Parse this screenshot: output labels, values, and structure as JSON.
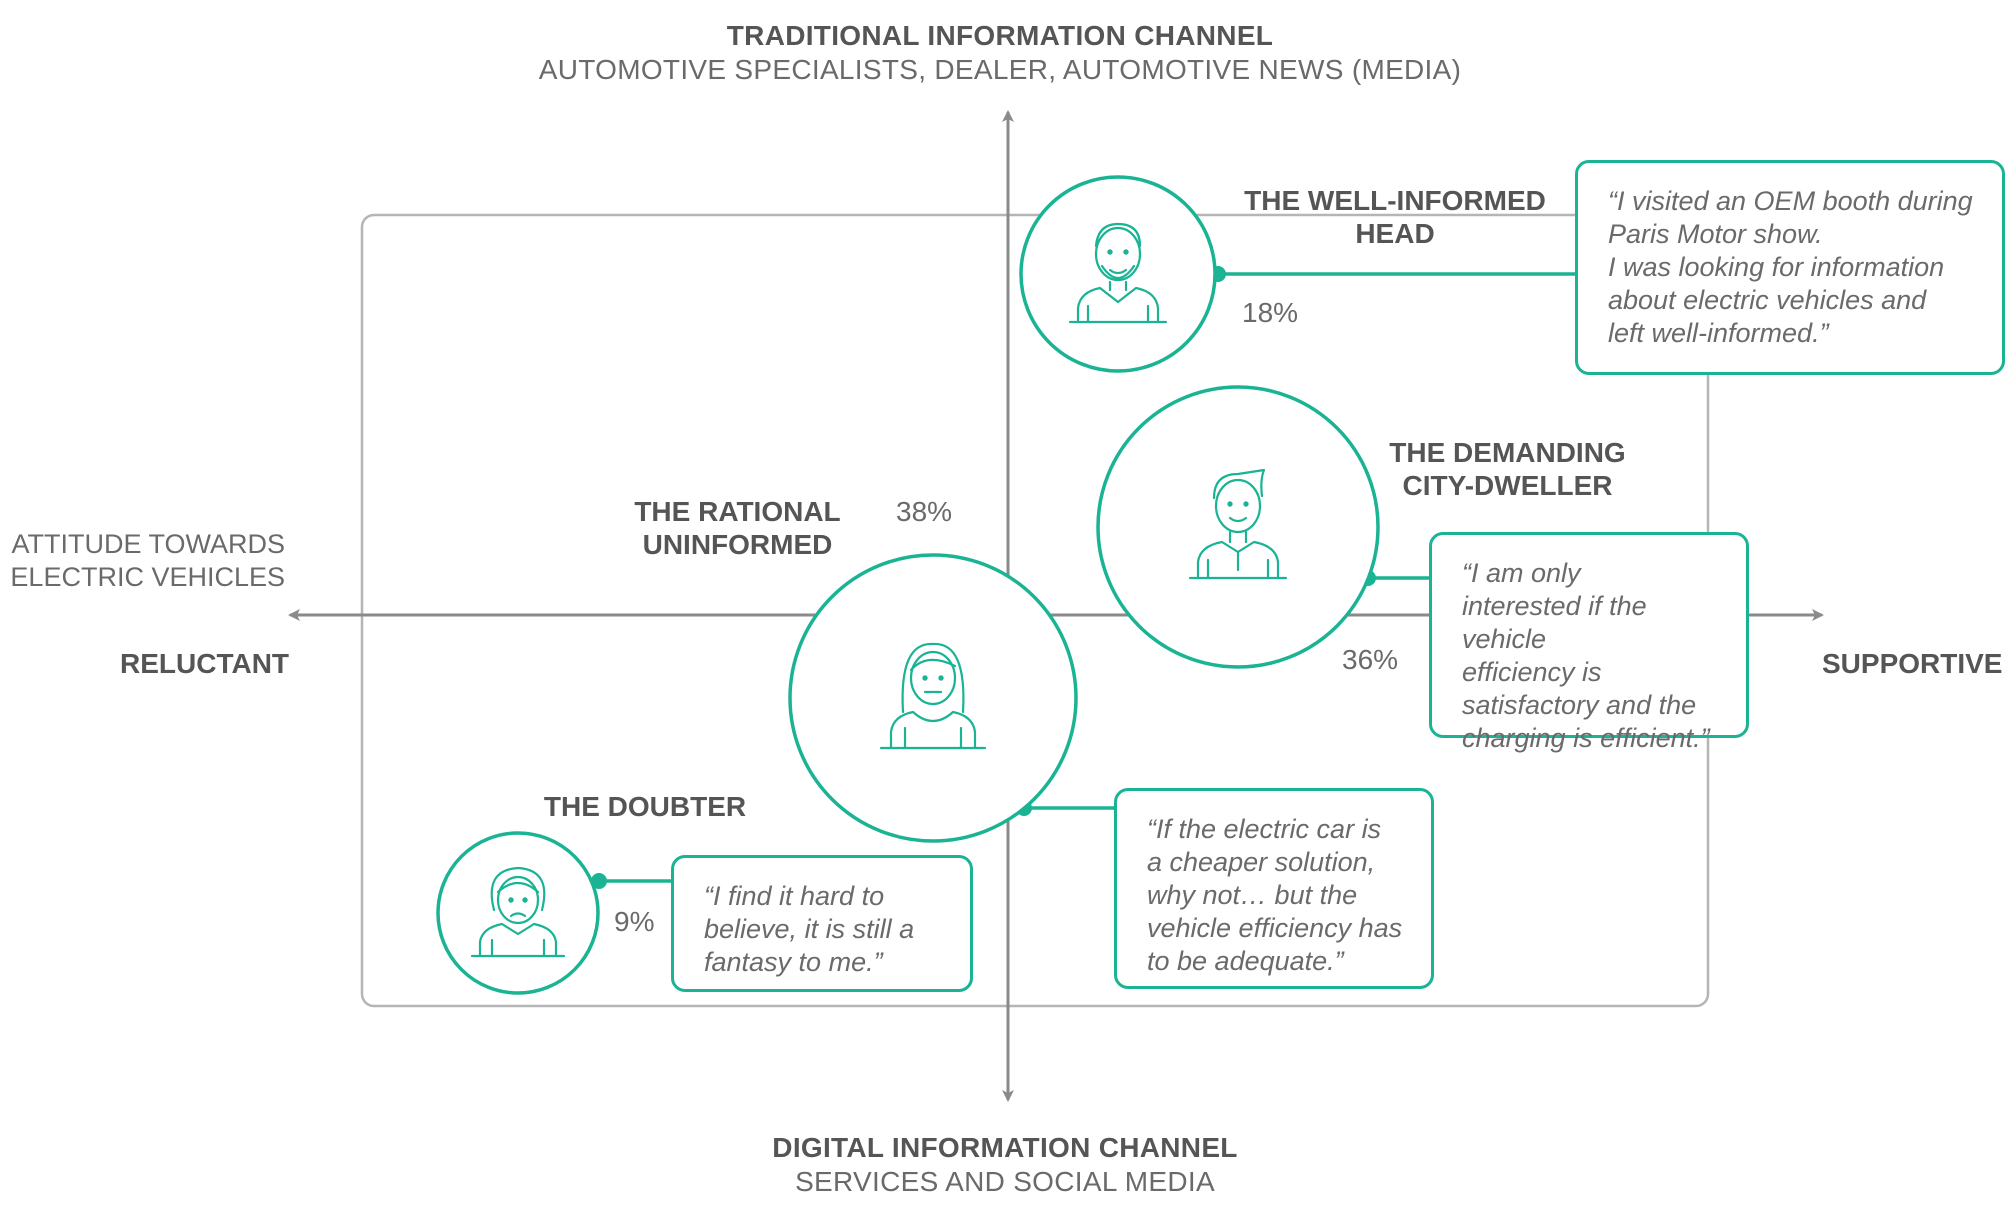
{
  "colors": {
    "accent": "#1ab394",
    "axis": "#8a8a8a",
    "frame": "#b5b5b5",
    "text": "#555555"
  },
  "axes": {
    "top_title": "TRADITIONAL INFORMATION CHANNEL",
    "top_subtitle": "AUTOMOTIVE SPECIALISTS, DEALER, AUTOMOTIVE NEWS (MEDIA)",
    "bottom_title": "DIGITAL INFORMATION CHANNEL",
    "bottom_subtitle": "SERVICES AND SOCIAL MEDIA",
    "left_label_line1": "ATTITUDE TOWARDS",
    "left_label_line2": "ELECTRIC VEHICLES",
    "left_pole": "RELUCTANT",
    "right_pole": "SUPPORTIVE"
  },
  "personas": {
    "well_informed": {
      "name_line1": "THE WELL-INFORMED",
      "name_line2": "HEAD",
      "percent": "18%",
      "icon": "man-with-beard-icon",
      "quote": [
        "“I visited an OEM booth during",
        "Paris Motor show.",
        "I was looking for information",
        "about electric vehicles and",
        "left well-informed.”"
      ]
    },
    "demanding": {
      "name_line1": "THE DEMANDING",
      "name_line2": "CITY-DWELLER",
      "percent": "36%",
      "icon": "young-man-icon",
      "quote": [
        "“I am only",
        "interested if the vehicle",
        "efficiency is",
        "satisfactory and the",
        "charging is efficient.”"
      ]
    },
    "rational": {
      "name_line1": "THE RATIONAL",
      "name_line2": "UNINFORMED",
      "percent": "38%",
      "icon": "woman-icon",
      "quote": [
        "“If the electric car is",
        "a cheaper solution,",
        "why not… but the",
        "vehicle efficiency has",
        "to be adequate.”"
      ]
    },
    "doubter": {
      "name": "THE DOUBTER",
      "percent": "9%",
      "icon": "older-woman-icon",
      "quote": [
        "“I find it hard to",
        "believe, it is still a",
        "fantasy to me.”"
      ]
    }
  }
}
